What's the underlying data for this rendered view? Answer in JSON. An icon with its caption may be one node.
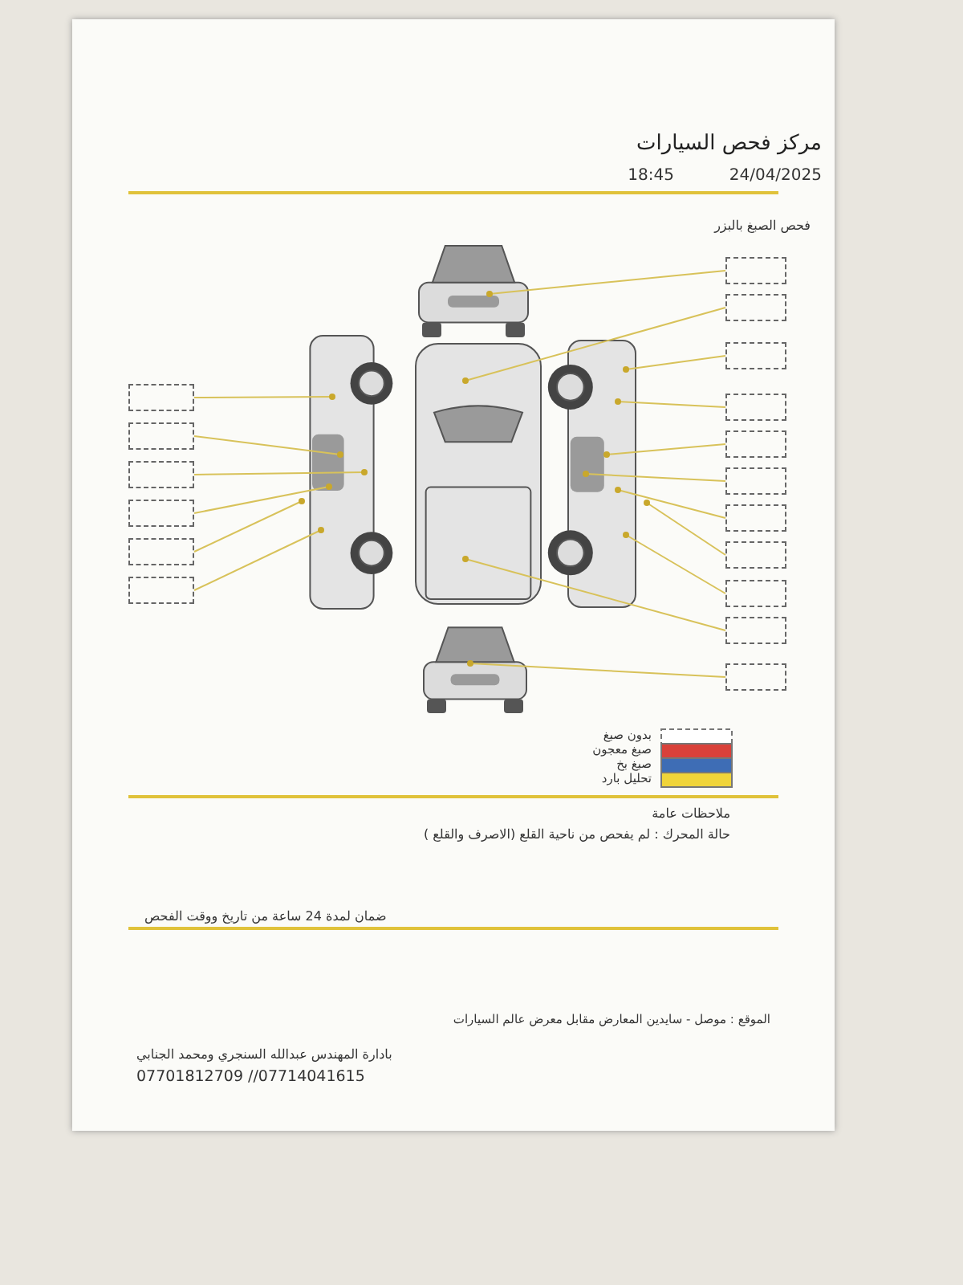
{
  "diagram": {
    "title": "مركز فحص السيارات",
    "nodes": [
      {
        "text": [],
        "shape": "picture"
      },
      {
        "text": [],
        "shape": "picture"
      },
      {
        "text": [],
        "shape": "picture"
      },
      {
        "text": [],
        "shape": "picture"
      },
      {
        "text": [],
        "shape": "picture"
      },
      {
        "text": [],
        "shape": "box"
      },
      {
        "text": [],
        "shape": "box"
      },
      {
        "text": [],
        "shape": "box"
      },
      {
        "text": [],
        "shape": "box"
      },
      {
        "text": [],
        "shape": "box"
      },
      {
        "text": [],
        "shape": "box"
      },
      {
        "text": [],
        "shape": "box"
      },
      {
        "text": [],
        "shape": "box"
      },
      {
        "text": [],
        "shape": "box"
      },
      {
        "text": [],
        "shape": "box"
      },
      {
        "text": [],
        "shape": "box"
      },
      {
        "text": [],
        "shape": "box"
      },
      {
        "text": [],
        "shape": "box"
      },
      {
        "text": [],
        "shape": "box"
      },
      {
        "text": [],
        "shape": "box"
      },
      {
        "text": [],
        "shape": "box"
      },
      {
        "text": [],
        "shape": "box"
      }
    ],
    "edges": [
      {
        "from": 5,
        "to": 1,
        "arrow": "other"
      },
      {
        "from": 6,
        "to": 1,
        "arrow": "other"
      },
      {
        "from": 7,
        "to": 1,
        "arrow": "other"
      },
      {
        "from": 8,
        "to": 1,
        "arrow": "other"
      },
      {
        "from": 9,
        "to": 1,
        "arrow": "other"
      },
      {
        "from": 10,
        "to": 1,
        "arrow": "other"
      },
      {
        "from": 11,
        "to": 0,
        "arrow": "other"
      },
      {
        "from": 12,
        "to": 2,
        "arrow": "other"
      },
      {
        "from": 13,
        "to": 3,
        "arrow": "other"
      },
      {
        "from": 14,
        "to": 3,
        "arrow": "other"
      },
      {
        "from": 15,
        "to": 3,
        "arrow": "other"
      },
      {
        "from": 16,
        "to": 3,
        "arrow": "other"
      },
      {
        "from": 17,
        "to": 3,
        "arrow": "other"
      },
      {
        "from": 18,
        "to": 3,
        "arrow": "other"
      },
      {
        "from": 19,
        "to": 3,
        "arrow": "other"
      },
      {
        "from": 20,
        "to": 2,
        "arrow": "other"
      },
      {
        "from": 21,
        "to": 4,
        "arrow": "other"
      }
    ],
    "labels": [
      "18:45",
      "24/04/2025",
      "فحص الصبغ بالبزر",
      "ملاحظات عامة",
      "حالة المحرك : لم يفحص من ناحية القلع (الاصرف والقلع )",
      "ضمان لمدة 24 ساعة من تاريخ ووقت الفحص",
      "الموقع : موصل - سايدين المعارض مقابل معرض عالم السيارات",
      "بادارة المهندس عبدالله السنجري ومحمد الجنابي",
      "07701812709 //07714041615"
    ],
    "legend": [
      {
        "text": "بدون صبغ",
        "color": "#ffffff"
      },
      {
        "text": "صبغ معجون",
        "color": "#d9413a"
      },
      {
        "text": "صبغ بخ",
        "color": "#3e6db5"
      },
      {
        "text": "تحليل بارد",
        "color": "#f0d43a"
      }
    ]
  }
}
